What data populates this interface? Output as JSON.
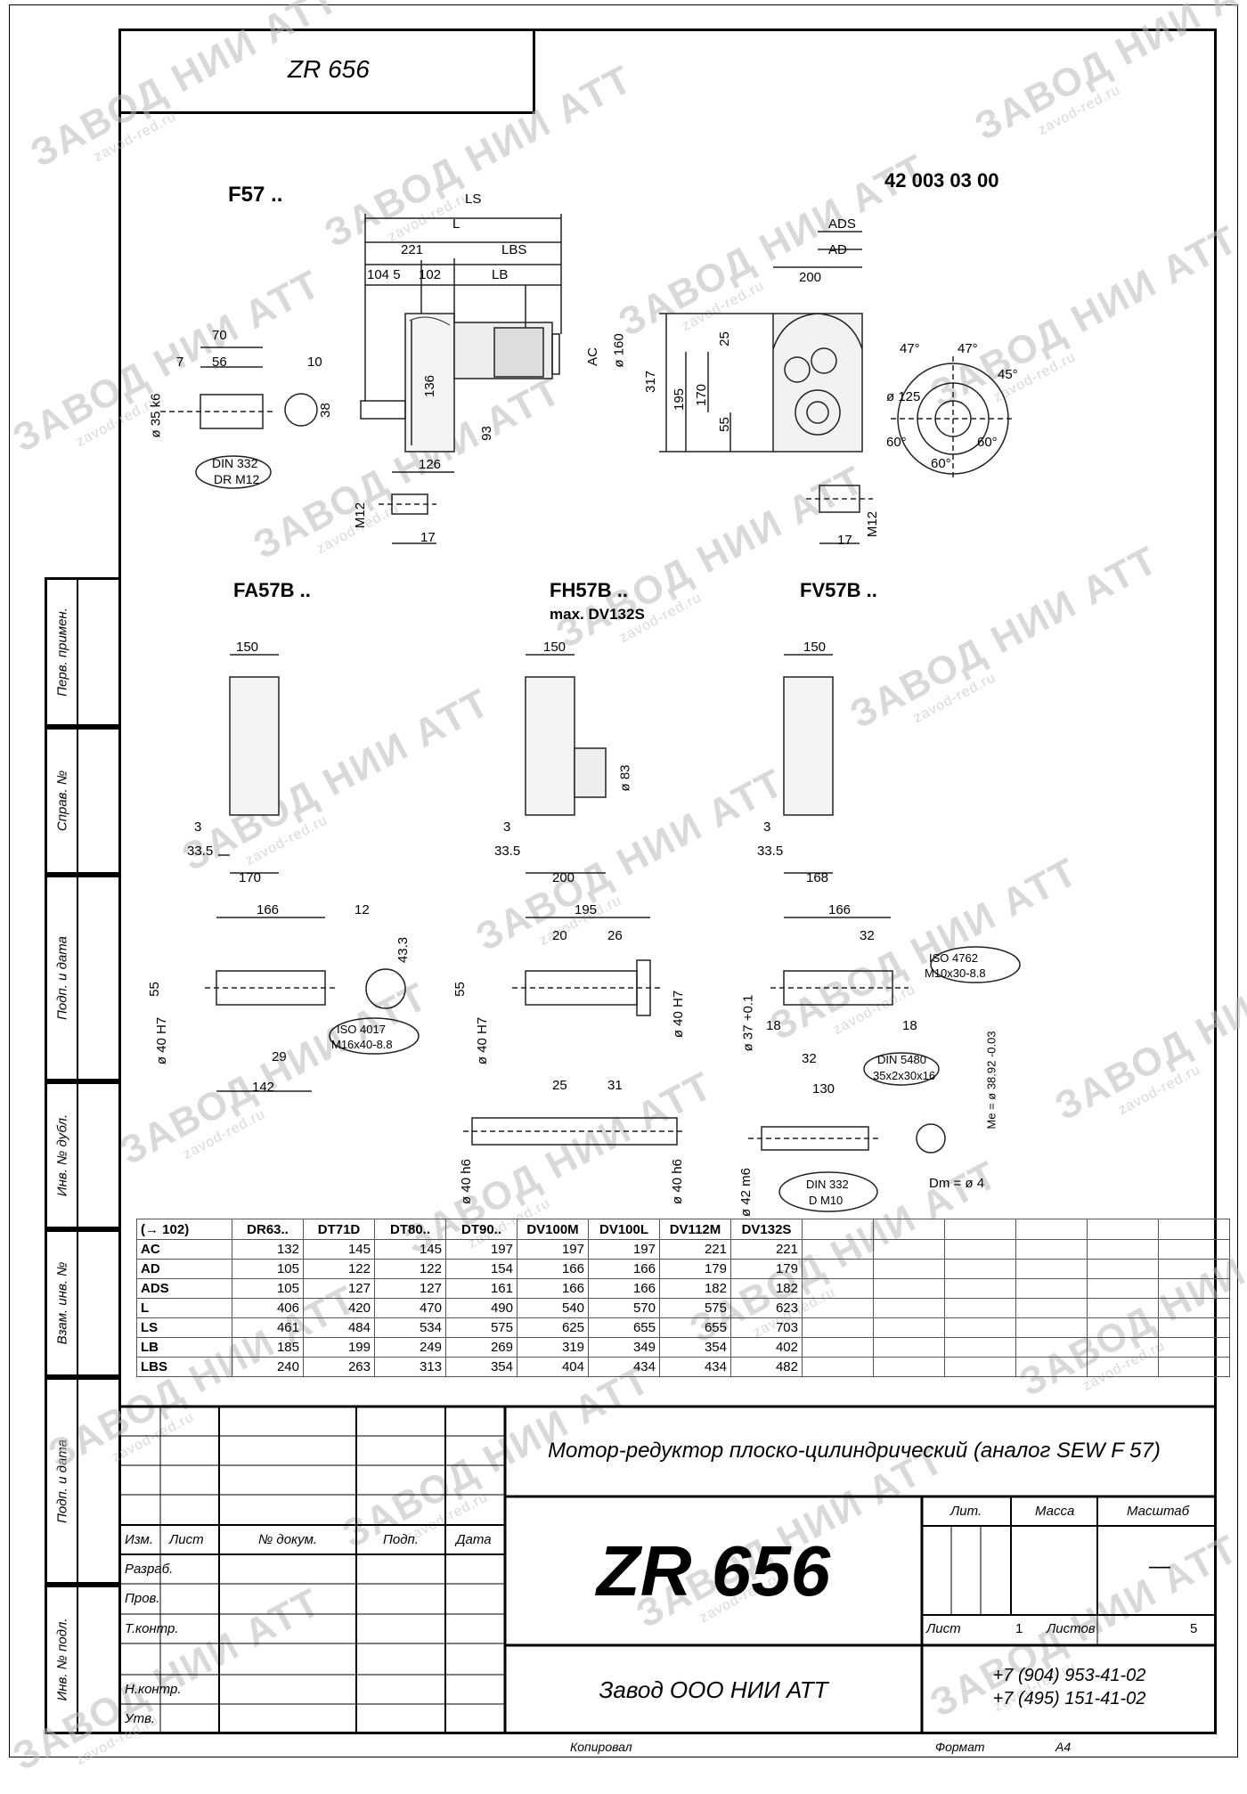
{
  "doc": {
    "top_code": "ZR 656",
    "catalog_no": "42 003 03 00",
    "main_title": "ZR 656",
    "description": "Мотор-редуктор плоско-цилиндрический (аналог SEW F 57)",
    "company": "Завод ООО НИИ АТТ",
    "phone1": "+7 (904) 953-41-02",
    "phone2": "+7 (495) 151-41-02",
    "copied": "Копировал",
    "format_label": "Формат",
    "format_value": "A4"
  },
  "watermark": {
    "text": "ЗАВОД НИИ АТТ",
    "site": "zavod-red.ru"
  },
  "views": {
    "f57": "F57 ..",
    "fa57b": "FA57B ..",
    "fh57b": "FH57B ..",
    "fh57b_note": "max. DV132S",
    "fv57b": "FV57B .."
  },
  "dims": {
    "ls": "LS",
    "l": "L",
    "lbs": "LBS",
    "lb": "LB",
    "ads": "ADS",
    "ad": "AD",
    "ac": "AC",
    "d221": "221",
    "d104": "104 5",
    "d102": "102",
    "d200": "200",
    "d160": "ø 160",
    "d317": "317",
    "d195": "195",
    "d170": "170",
    "d25": "25",
    "d55": "55",
    "d136": "136",
    "d93": "93",
    "d126": "126",
    "d70": "70",
    "d56": "56",
    "d7": "7",
    "d10": "10",
    "d38": "38",
    "d35": "ø 35 k6",
    "din332": "DIN 332",
    "drm12": "DR M12",
    "m12": "M12",
    "d17": "17",
    "a47": "47°",
    "a45": "45°",
    "a60": "60°",
    "d125": "ø 125",
    "d150": "150",
    "d3": "3",
    "d335": "33.5",
    "d168": "168",
    "d83": "ø 83",
    "d166": "166",
    "d12": "12",
    "d433": "43.3",
    "d142": "142",
    "d29": "29",
    "d40h7": "ø 40 H7",
    "iso4017": "ISO 4017",
    "m16": "M16x40-8.8",
    "d20": "20",
    "d26": "26",
    "d31": "31",
    "d40h6": "ø 40 h6",
    "d32": "32",
    "d18": "18",
    "d37": "ø 37 +0.1",
    "iso4762": "ISO 4762",
    "m10x30": "M10x30-8.8",
    "din5480": "DIN 5480",
    "spline": "35x2x30x16",
    "d130": "130",
    "d42": "ø 42 m6",
    "din332b": "DIN 332",
    "dm10": "D  M10",
    "me": "Me = ø 38.92 -0.03",
    "dm": "Dm = ø 4"
  },
  "table": {
    "headers": [
      "(→ 102)",
      "DR63..",
      "DT71D",
      "DT80..",
      "DT90..",
      "DV100M",
      "DV100L",
      "DV112M",
      "DV132S",
      "",
      "",
      "",
      "",
      "",
      ""
    ],
    "rows": [
      {
        "name": "AC",
        "values": [
          "132",
          "145",
          "145",
          "197",
          "197",
          "197",
          "221",
          "221"
        ]
      },
      {
        "name": "AD",
        "values": [
          "105",
          "122",
          "122",
          "154",
          "166",
          "166",
          "179",
          "179"
        ]
      },
      {
        "name": "ADS",
        "values": [
          "105",
          "127",
          "127",
          "161",
          "166",
          "166",
          "182",
          "182"
        ]
      },
      {
        "name": "L",
        "values": [
          "406",
          "420",
          "470",
          "490",
          "540",
          "570",
          "575",
          "623"
        ]
      },
      {
        "name": "LS",
        "values": [
          "461",
          "484",
          "534",
          "575",
          "625",
          "655",
          "655",
          "703"
        ]
      },
      {
        "name": "LB",
        "values": [
          "185",
          "199",
          "249",
          "269",
          "319",
          "349",
          "354",
          "402"
        ]
      },
      {
        "name": "LBS",
        "values": [
          "240",
          "263",
          "313",
          "354",
          "404",
          "434",
          "434",
          "482"
        ]
      }
    ]
  },
  "title_block": {
    "izm": "Изм.",
    "list": "Лист",
    "doc_no": "№ докум.",
    "podp": "Подп.",
    "data": "Дата",
    "razrab": "Разраб.",
    "prov": "Пров.",
    "tkontr": "Т.контр.",
    "nkontr": "Н.контр.",
    "utv": "Утв.",
    "lit": "Лит.",
    "massa": "Масса",
    "masshtab": "Масштаб",
    "scale_value": "—",
    "sheet_label": "Лист",
    "sheet_no": "1",
    "sheets_label": "Листов",
    "sheets_total": "5"
  },
  "strip": [
    "Перв. примен.",
    "Справ. №",
    "Подп. и дата",
    "Инв. № дубл.",
    "Взам. инв. №",
    "Подп. и дата",
    "Инв. № подл."
  ]
}
